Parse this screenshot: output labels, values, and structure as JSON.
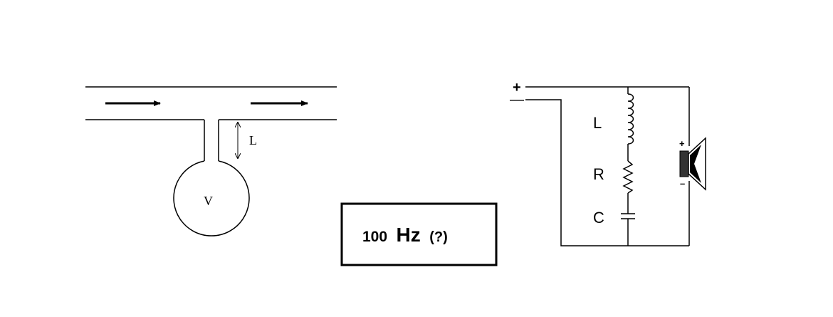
{
  "resonator": {
    "neck_length_label": "L",
    "volume_label": "V"
  },
  "frequency_box": {
    "value": "100",
    "unit": "Hz",
    "note": "(?)"
  },
  "circuit": {
    "plus_terminal": "+",
    "minus_terminal": "—",
    "inductor_label": "L",
    "resistor_label": "R",
    "capacitor_label": "C",
    "speaker_plus": "+",
    "speaker_minus": "–"
  },
  "colors": {
    "stroke": "#000000",
    "background": "#ffffff",
    "speaker_body": "#333333"
  }
}
